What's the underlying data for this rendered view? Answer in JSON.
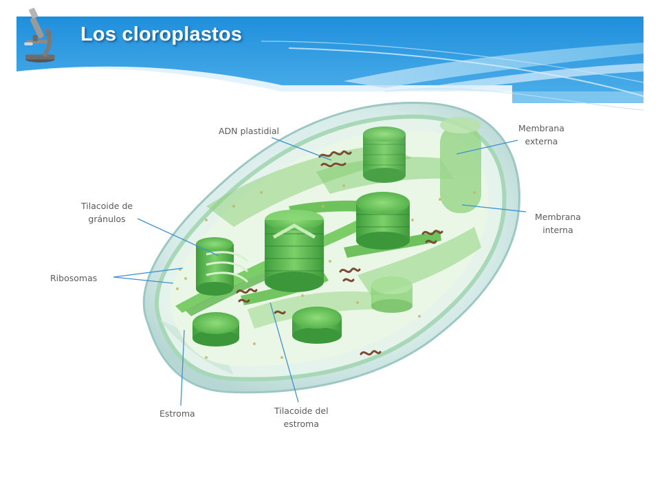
{
  "slide": {
    "title": "Los cloroplastos"
  },
  "labels": {
    "adn": "ADN plastidial",
    "membrana_externa": [
      "Membrana",
      "externa"
    ],
    "membrana_interna": [
      "Membrana",
      "interna"
    ],
    "tilacoide_granulos": [
      "Tilacoide de",
      "gránulos"
    ],
    "ribosomas": "Ribosomas",
    "estroma": "Estroma",
    "tilacoide_estroma": [
      "Tilacoide del",
      "estroma"
    ]
  },
  "colors": {
    "header_blue": "#2f9be0",
    "leader_line": "#3b8fd4",
    "label_text": "#5a5a5a"
  },
  "icons": {
    "header_icon": "microscope-icon"
  }
}
